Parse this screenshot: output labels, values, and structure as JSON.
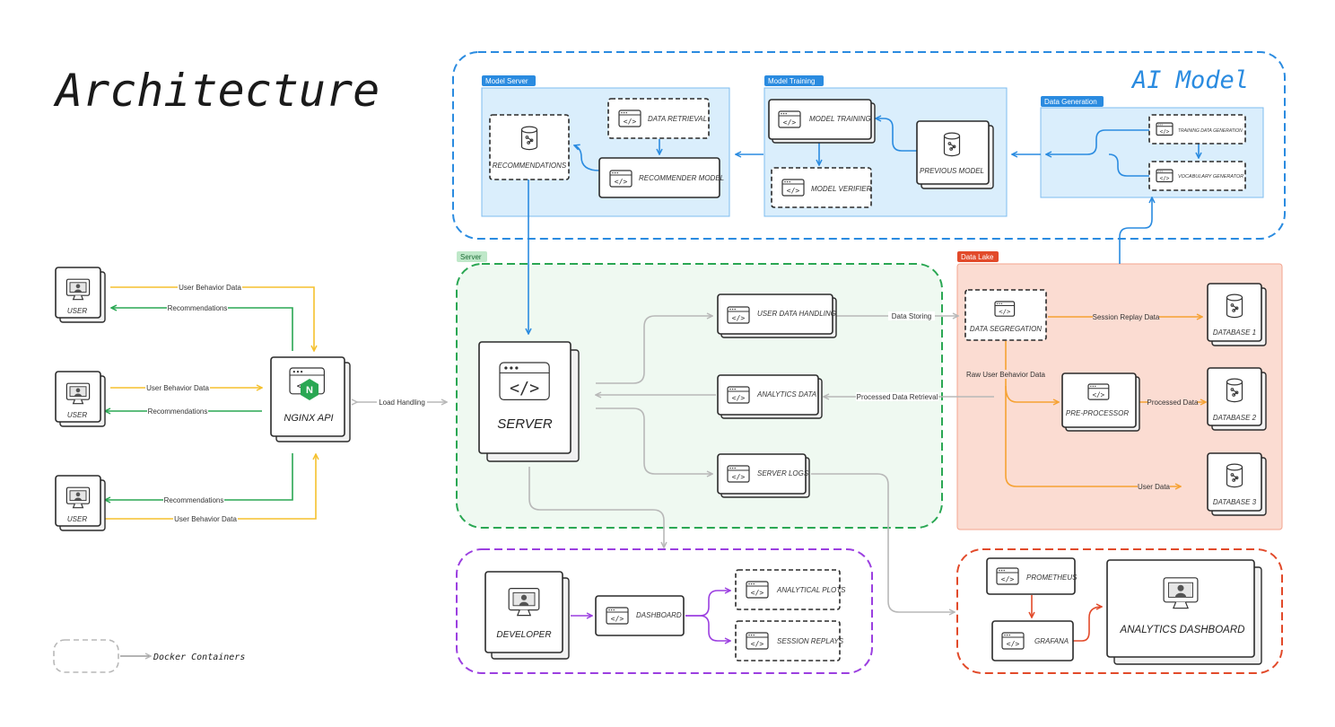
{
  "title": "Architecture",
  "ai_model_label": "AI Model",
  "legend": {
    "label": "Docker Containers"
  },
  "colors": {
    "blue": "#2a8be0",
    "green": "#2aa753",
    "red": "#e24a2a",
    "purple": "#9b3fe0",
    "yellow": "#f5c12e",
    "orange": "#f6a233",
    "gray": "#b8b8b8"
  },
  "groups": {
    "model_server": "Model Server",
    "model_training": "Model Training",
    "data_generation": "Data Generation",
    "server": "Server",
    "data_lake": "Data Lake"
  },
  "nodes": {
    "user1": "USER",
    "user2": "USER",
    "user3": "USER",
    "nginx": "NGINX API",
    "server": "SERVER",
    "recommendations": "RECOMMENDATIONS",
    "data_retrieval": "DATA RETRIEVAL",
    "recommender_model": "RECOMMENDER MODEL",
    "model_training": "MODEL TRAINING",
    "model_verifier": "MODEL VERIFIER",
    "previous_model": "PREVIOUS MODEL",
    "training_data_generation": "TRAINING DATA GENERATION",
    "vocabulary_generator": "VOCABULARY GENERATOR",
    "user_data_handling": "USER DATA HANDLING",
    "analytics_data": "ANALYTICS DATA",
    "server_logs": "SERVER LOGS",
    "data_segregation": "DATA SEGREGATION",
    "pre_processor": "PRE-PROCESSOR",
    "database1": "DATABASE 1",
    "database2": "DATABASE 2",
    "database3": "DATABASE 3",
    "developer": "DEVELOPER",
    "dashboard": "DASHBOARD",
    "analytical_plots": "ANALYTICAL PLOTS",
    "session_replays": "SESSION REPLAYS",
    "prometheus": "PROMETHEUS",
    "grafana": "GRAFANA",
    "analytics_dashboard": "ANALYTICS DASHBOARD"
  },
  "edges": {
    "user_behavior_data": "User Behavior Data",
    "recommendations": "Recommendations",
    "load_handling": "Load Handling",
    "data_storing": "Data Storing",
    "processed_data_retrieval": "Processed Data Retrieval",
    "session_replay_data": "Session Replay Data",
    "raw_user_behavior_data": "Raw User Behavior Data",
    "processed_data": "Processed Data",
    "user_data": "User Data"
  }
}
